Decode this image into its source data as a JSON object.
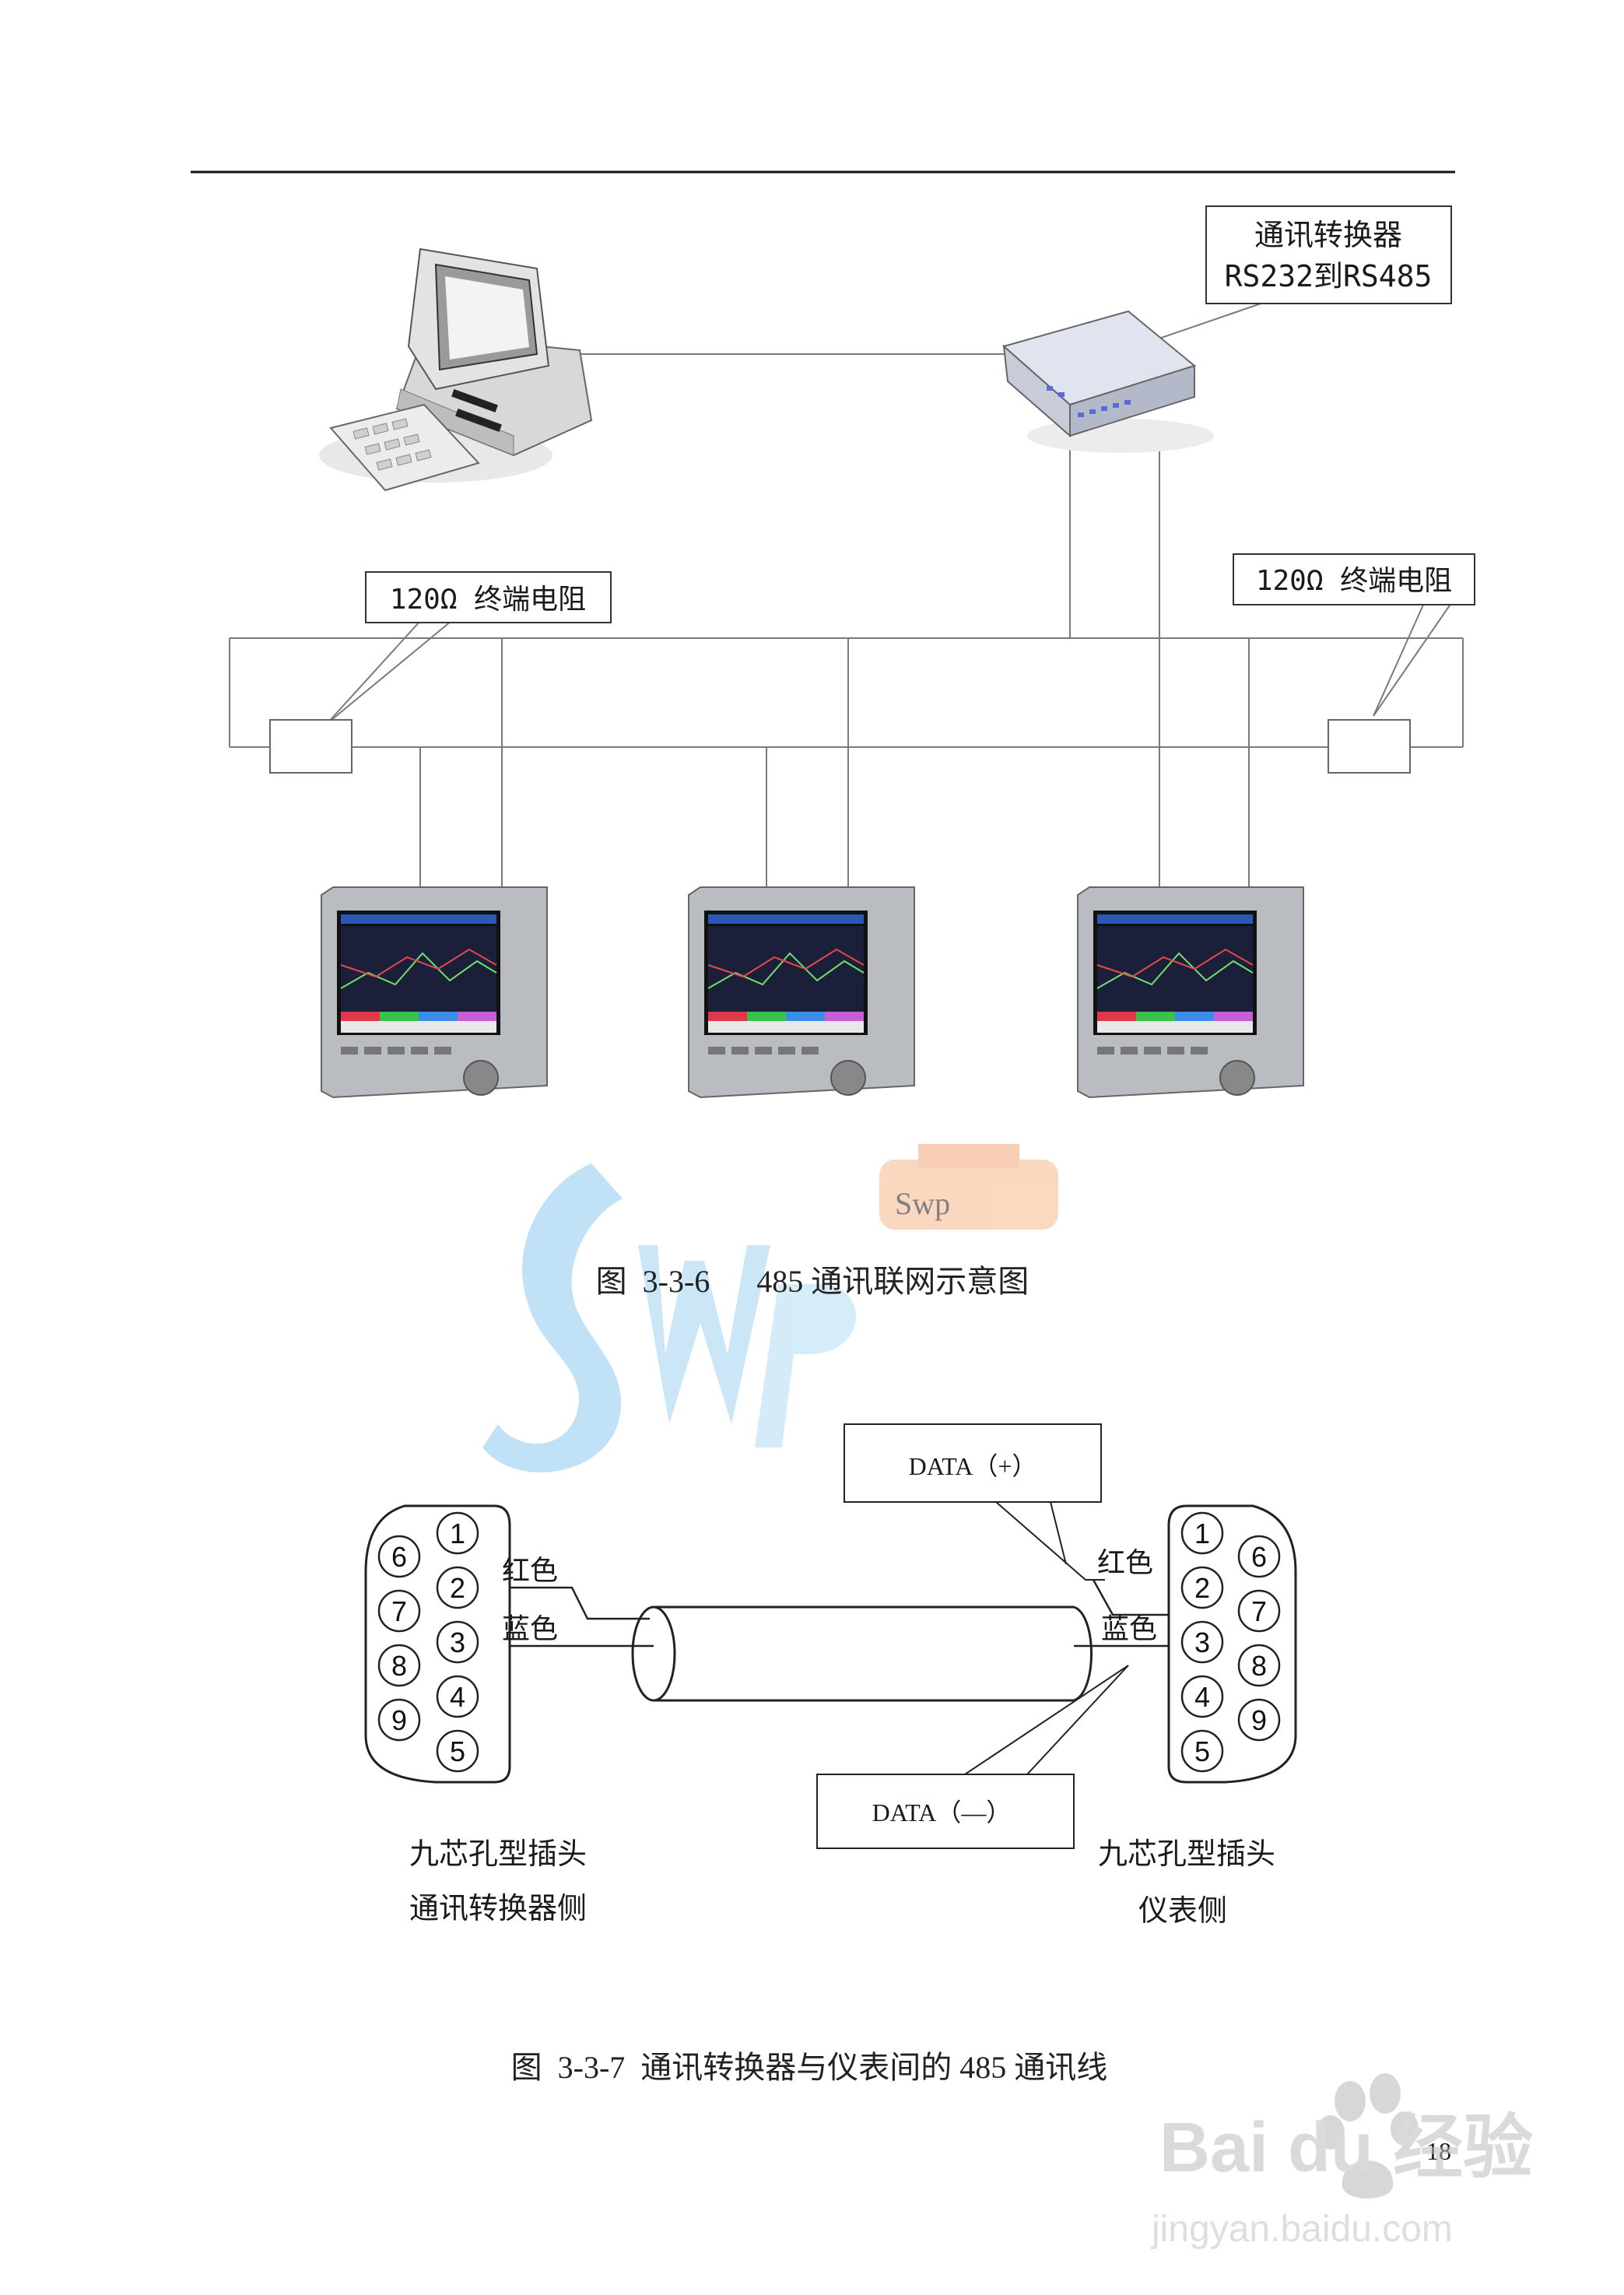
{
  "figure_1": {
    "converter_label_line1": "通讯转换器",
    "converter_label_line2": "RS232到RS485",
    "terminator_left": "120Ω 终端电阻",
    "terminator_right": "120Ω 终端电阻",
    "caption": "图  3-3-6      485 通讯联网示意图",
    "watermark_text": "Swp"
  },
  "figure_2": {
    "data_plus": "DATA（+）",
    "data_minus": "DATA（—）",
    "wire_red_left": "红色",
    "wire_blue_left": "蓝色",
    "wire_red_right": "红色",
    "wire_blue_right": "蓝色",
    "pins_left": [
      "1",
      "2",
      "3",
      "4",
      "5",
      "6",
      "7",
      "8",
      "9"
    ],
    "pins_right": [
      "1",
      "2",
      "3",
      "4",
      "5",
      "6",
      "7",
      "8",
      "9"
    ],
    "left_connector_line1": "九芯孔型插头",
    "left_connector_line2": "通讯转换器侧",
    "right_connector_line1": "九芯孔型插头",
    "right_connector_line2": "仪表侧",
    "caption": "图  3-3-7  通讯转换器与仪表间的 485 通讯线"
  },
  "page_number": "18",
  "corner_watermark": {
    "brand": "Bai du 经验",
    "url": "jingyan.baidu.com"
  }
}
